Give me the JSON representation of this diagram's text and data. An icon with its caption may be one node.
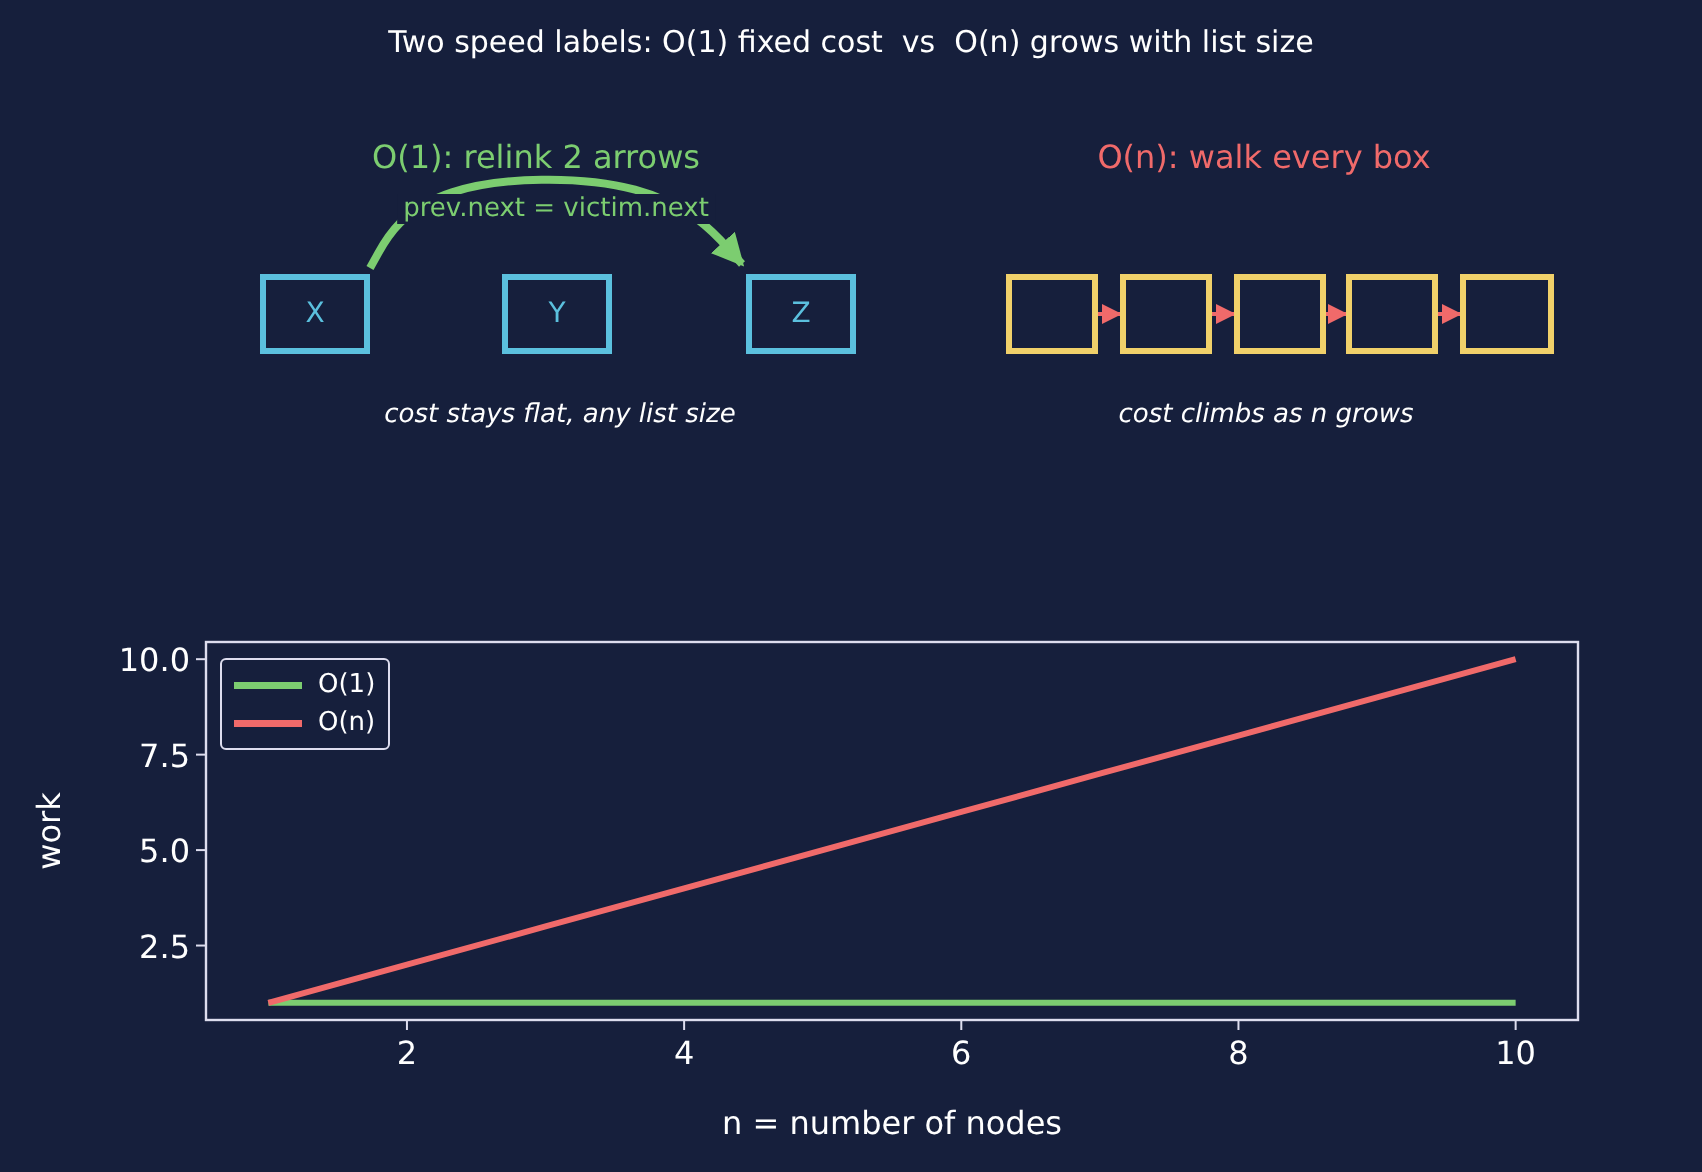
{
  "diagram": {
    "title": "Two speed labels: O(1) fixed cost  vs  O(n) grows with list size",
    "nodes": [
      {
        "text": [
          "X"
        ]
      },
      {
        "text": [
          "Y"
        ]
      },
      {
        "text": [
          "Z"
        ]
      },
      {
        "text": [],
        "shape": "box"
      },
      {
        "text": [],
        "shape": "box"
      },
      {
        "text": [],
        "shape": "box"
      },
      {
        "text": [],
        "shape": "box"
      },
      {
        "text": [],
        "shape": "box"
      }
    ],
    "edges": [
      {
        "from": 0,
        "to": 2,
        "arrow": "to",
        "label": "prev.next = victim.next",
        "style": "thick",
        "color": "#7ccd70"
      },
      {
        "from": 3,
        "to": 4,
        "arrow": "to"
      },
      {
        "from": 4,
        "to": 5,
        "arrow": "to"
      },
      {
        "from": 5,
        "to": 6,
        "arrow": "to"
      },
      {
        "from": 6,
        "to": 7,
        "arrow": "to"
      }
    ],
    "labels": [
      "O(1): relink 2 arrows",
      "O(n): walk every box",
      "cost stays flat, any list size",
      "cost climbs as n grows"
    ],
    "chart_data": {
      "type": "line",
      "xlabel": "n = number of nodes",
      "ylabel": "work",
      "x": [
        1,
        2,
        3,
        4,
        5,
        6,
        7,
        8,
        9,
        10
      ],
      "series": [
        {
          "name": "O(1)",
          "color": "#7ccd70",
          "values": [
            1,
            1,
            1,
            1,
            1,
            1,
            1,
            1,
            1,
            1
          ]
        },
        {
          "name": "O(n)",
          "color": "#f06a6a",
          "values": [
            1,
            2,
            3,
            4,
            5,
            6,
            7,
            8,
            9,
            10
          ]
        }
      ],
      "xlim": [
        0.55,
        10.45
      ],
      "ylim": [
        0.55,
        10.45
      ],
      "xticks": [
        2,
        4,
        6,
        8,
        10
      ],
      "yticks": [
        {
          "value": 2.5,
          "label": "2.5"
        },
        {
          "value": 5,
          "label": "5.0"
        },
        {
          "value": 7.5,
          "label": "7.5"
        },
        {
          "value": 10,
          "label": "10.0"
        }
      ]
    }
  }
}
